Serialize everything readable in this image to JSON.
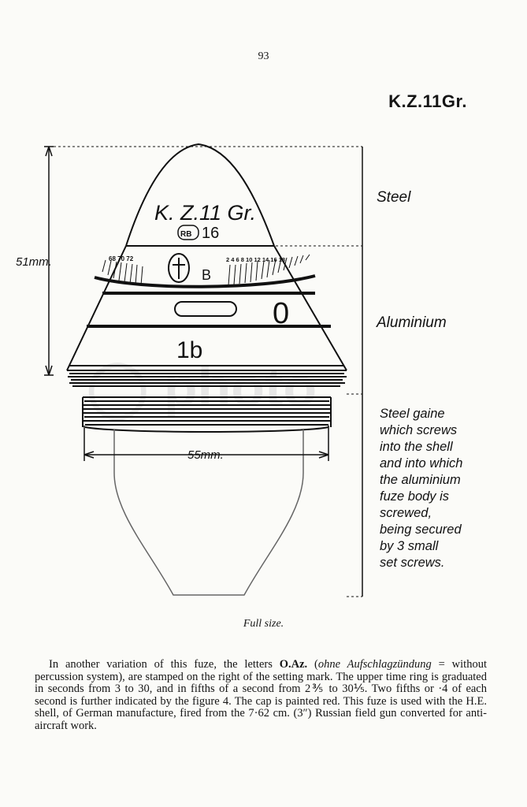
{
  "page_number": "93",
  "title": "K.Z.11Gr.",
  "drawing": {
    "fuze_marking": "K. Z.11 Gr.",
    "rb_mark": "RB",
    "rb_number": "16",
    "setting_letter": "B",
    "ring_letter": "0",
    "band_label": "1b",
    "scale_left": "68 70 72",
    "scale_right": "2 4 6 8 10 12 14 16 18",
    "dimension_height": "51mm.",
    "dimension_width": "55mm.",
    "label_steel": "Steel",
    "label_aluminium": "Aluminium",
    "gaine_note": [
      "Steel gaine",
      "which screws",
      "into the shell",
      "and into which",
      "the aluminium",
      "fuze body is",
      "screwed,",
      "being secured",
      "by 3 small",
      "set screws."
    ]
  },
  "caption": "Full size.",
  "paragraph": {
    "p1": "In another variation of this fuze, the letters ",
    "letters": "O.Az.",
    "p2": " (",
    "german": "ohne Aufschlagzündung",
    "p3": " = without percussion system), are stamped on the right of the setting mark. The upper time ring is graduated in seconds from 3 to 30, and in fifths of a second from 2⅗ to 30⅕. Two fifths or ·4 of each second is further indicated by the figure 4. The cap is painted red. This fuze is used with the H.E. shell, of German manufacture, fired from the 7·62 cm. (3″) Russian field gun converted for anti-aircraft work."
  }
}
